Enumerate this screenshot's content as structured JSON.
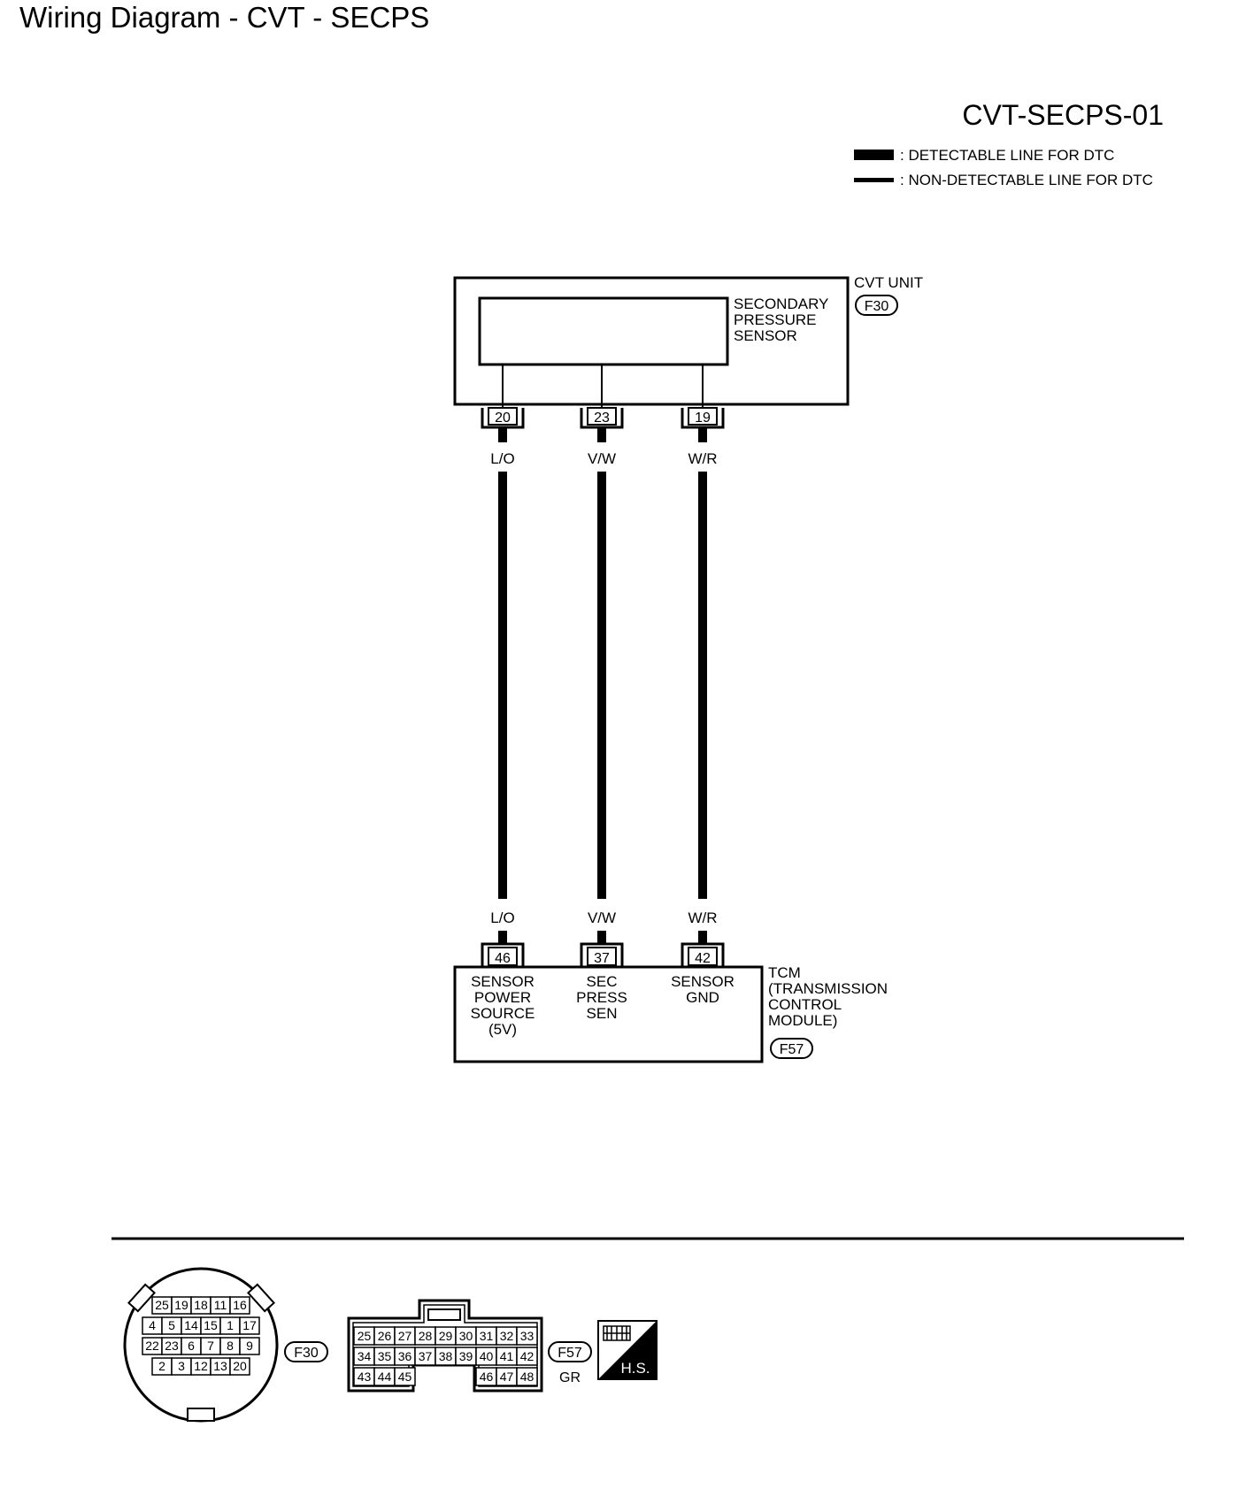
{
  "page": {
    "title": "Wiring Diagram - CVT - SECPS",
    "diagram_id": "CVT-SECPS-01"
  },
  "legend": {
    "detectable": ": DETECTABLE LINE FOR DTC",
    "non_detectable": ": NON-DETECTABLE LINE FOR DTC"
  },
  "cvt_unit": {
    "title": "CVT UNIT",
    "connector": "F30",
    "sensor_label": [
      "SECONDARY",
      "PRESSURE",
      "SENSOR"
    ],
    "pins": [
      "20",
      "23",
      "19"
    ]
  },
  "wires": [
    {
      "color": "L/O",
      "from_pin": "20",
      "to_pin": "46"
    },
    {
      "color": "V/W",
      "from_pin": "23",
      "to_pin": "37"
    },
    {
      "color": "W/R",
      "from_pin": "19",
      "to_pin": "42"
    }
  ],
  "tcm": {
    "title_lines": [
      "TCM",
      "(TRANSMISSION",
      "CONTROL",
      "MODULE)"
    ],
    "connector": "F57",
    "pins": [
      "46",
      "37",
      "42"
    ],
    "pin_labels": [
      [
        "SENSOR",
        "POWER",
        "SOURCE",
        "(5V)"
      ],
      [
        "SEC",
        "PRESS",
        "SEN"
      ],
      [
        "SENSOR",
        "GND"
      ]
    ]
  },
  "connector_f30": {
    "id": "F30",
    "rows": [
      [
        "25",
        "19",
        "18",
        "11",
        "16"
      ],
      [
        "4",
        "5",
        "14",
        "15",
        "1",
        "17"
      ],
      [
        "22",
        "23",
        "6",
        "7",
        "8",
        "9"
      ],
      [
        "2",
        "3",
        "12",
        "13",
        "20"
      ]
    ]
  },
  "connector_f57": {
    "id": "F57",
    "color": "GR",
    "rows": [
      [
        "25",
        "26",
        "27",
        "28",
        "29",
        "30",
        "31",
        "32",
        "33"
      ],
      [
        "34",
        "35",
        "36",
        "37",
        "38",
        "39",
        "40",
        "41",
        "42"
      ],
      [
        "43",
        "44",
        "45",
        "46",
        "47",
        "48"
      ]
    ]
  },
  "hs_badge": "H.S."
}
